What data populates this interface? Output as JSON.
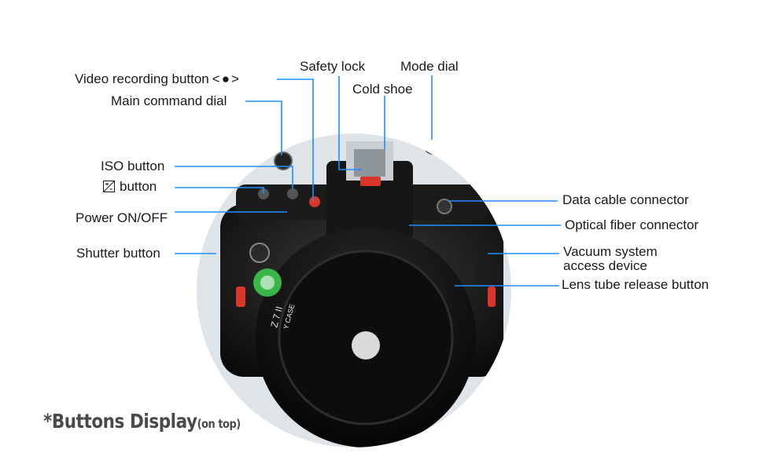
{
  "labels": {
    "video_recording": "Video recording button",
    "video_symbol": "<●>",
    "main_command_dial": "Main command dial",
    "safety_lock": "Safety lock",
    "mode_dial": "Mode dial",
    "cold_shoe": "Cold shoe",
    "iso_button": "ISO button",
    "exposure_button": "button",
    "power": "Power ON/OFF",
    "shutter": "Shutter button",
    "data_cable": "Data cable connector",
    "optical_fiber": "Optical fiber connector",
    "vacuum": "Vacuum system access device",
    "lens_release": "Lens tube release button"
  },
  "product": {
    "housing_text": "Z 7 II",
    "housing_model": "Y CASE"
  },
  "footer": {
    "main": "*Buttons Display",
    "sub": "(on top)"
  },
  "colors": {
    "callout_line": "#1e90ff",
    "text": "#1a1a1a",
    "footer": "#4a4a4a",
    "housing": "#111111",
    "accent_red": "#d9362b",
    "badge_green": "#39b54a"
  }
}
